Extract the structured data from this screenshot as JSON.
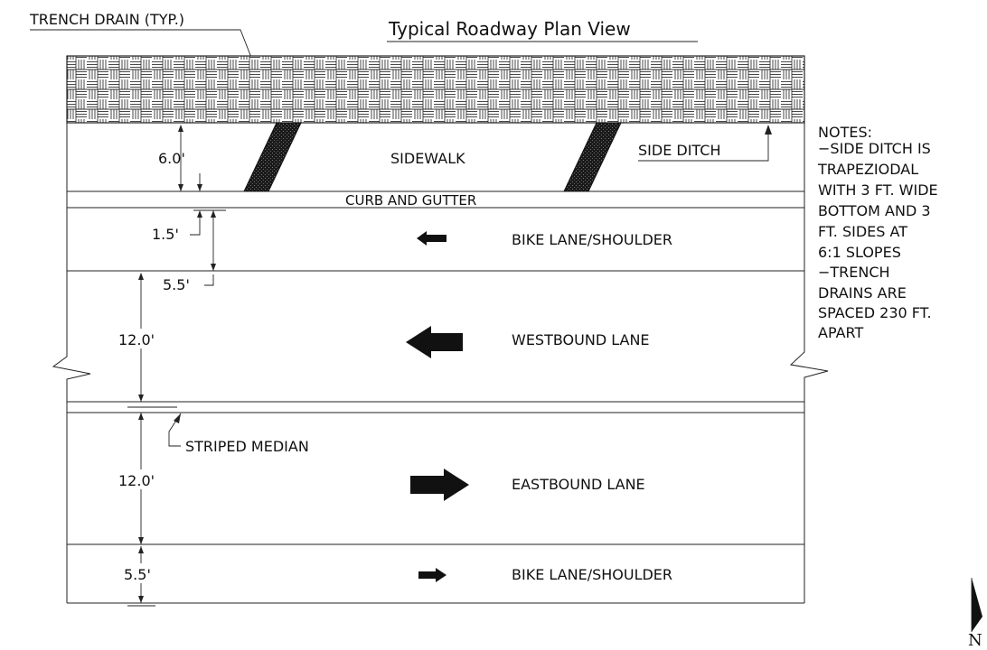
{
  "title": "Typical Roadway Plan View",
  "callouts": {
    "trench_drain": "TRENCH DRAIN (TYP.)",
    "side_ditch": "SIDE DITCH",
    "striped_median": "STRIPED MEDIAN"
  },
  "labels": {
    "sidewalk": "SIDEWALK",
    "curb_gutter": "CURB AND GUTTER",
    "bike_lane_top": "BIKE LANE/SHOULDER",
    "westbound": "WESTBOUND LANE",
    "eastbound": "EASTBOUND LANE",
    "bike_lane_bottom": "BIKE LANE/SHOULDER"
  },
  "dimensions": {
    "sidewalk": "6.0'",
    "gutter": "1.5'",
    "bike_top": "5.5'",
    "westbound": "12.0'",
    "eastbound": "12.0'",
    "bike_bottom": "5.5'"
  },
  "notes": {
    "heading": "NOTES:",
    "lines": [
      "−SIDE DITCH IS",
      "TRAPEZIODAL",
      "WITH 3 FT. WIDE",
      "BOTTOM AND 3",
      "FT. SIDES AT",
      "6:1 SLOPES",
      "−TRENCH",
      "DRAINS ARE",
      "SPACED 230 FT.",
      "APART"
    ]
  },
  "north_arrow": {
    "label": "N"
  }
}
